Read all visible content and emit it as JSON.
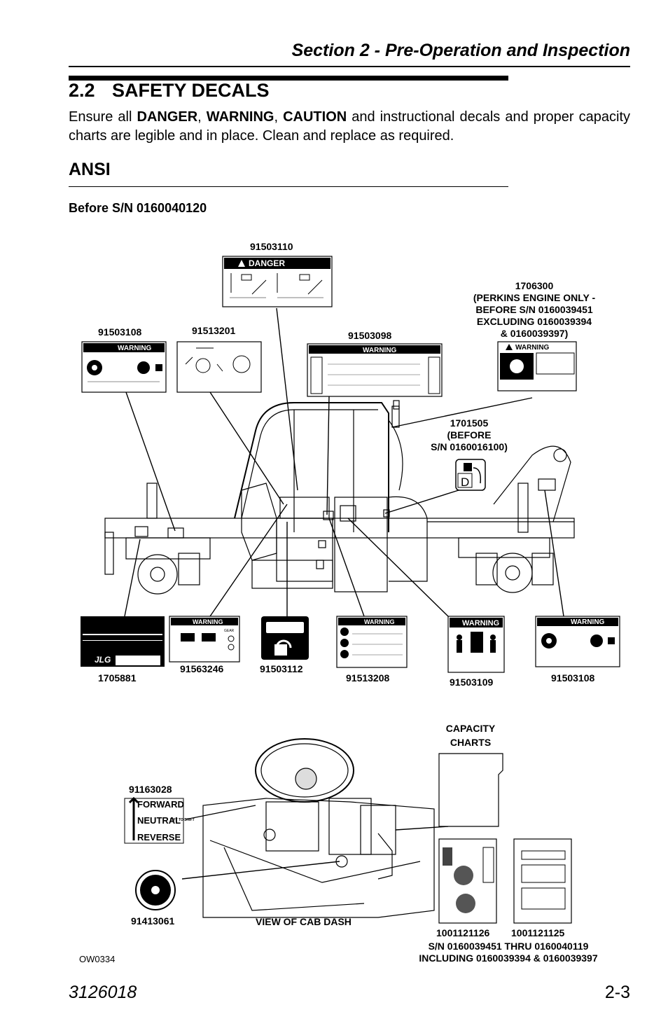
{
  "header": {
    "section_title": "Section 2 - Pre-Operation and Inspection"
  },
  "heading": {
    "number": "2.2",
    "title": "SAFETY DECALS"
  },
  "intro": {
    "p1": "Ensure all ",
    "danger": "DANGER",
    "sep1": ", ",
    "warning": "WARNING",
    "sep2": ", ",
    "caution": "CAUTION",
    "rest": " and instructional decals and proper capacity charts are legible and in place. Clean and replace as required."
  },
  "subheading": "ANSI",
  "subsubheading": "Before S/N 0160040120",
  "decal_labels": {
    "d91503110": "91503110",
    "d1706300_l1": "1706300",
    "d1706300_l2": "(PERKINS ENGINE ONLY -",
    "d1706300_l3": "BEFORE S/N 0160039451",
    "d1706300_l4": "EXCLUDING 0160039394",
    "d1706300_l5": "& 0160039397)",
    "d91503108_top": "91503108",
    "d91513201": "91513201",
    "d91503098": "91503098",
    "d1701505_l1": "1701505",
    "d1701505_l2": "(BEFORE",
    "d1701505_l3": "S/N 0160016100)",
    "d1705881": "1705881",
    "d91563246": "91563246",
    "d91503112": "91503112",
    "d91513208": "91513208",
    "d91503109": "91503109",
    "d91503108_bot": "91503108",
    "capacity_l1": "CAPACITY",
    "capacity_l2": "CHARTS",
    "d91163028": "91163028",
    "d91413061": "91413061",
    "view_cab": "VIEW OF CAB DASH",
    "d1001121126": "1001121126",
    "d1001121125": "1001121125",
    "sn_l1": "S/N 0160039451 THRU 0160040119",
    "sn_l2": "INCLUDING 0160039394 & 0160039397"
  },
  "decal_text": {
    "danger": "DANGER",
    "warning": "WARNING",
    "forward": "FORWARD",
    "neutral": "NEUTRAL",
    "lift_to_shift": "LIFT TO SHIFT",
    "reverse": "REVERSE",
    "jlg": "JLG",
    "gear": "GEAR",
    "fuel": "D"
  },
  "figure_id": "OW0334",
  "footer": {
    "doc_number": "3126018",
    "page": "2-3"
  }
}
